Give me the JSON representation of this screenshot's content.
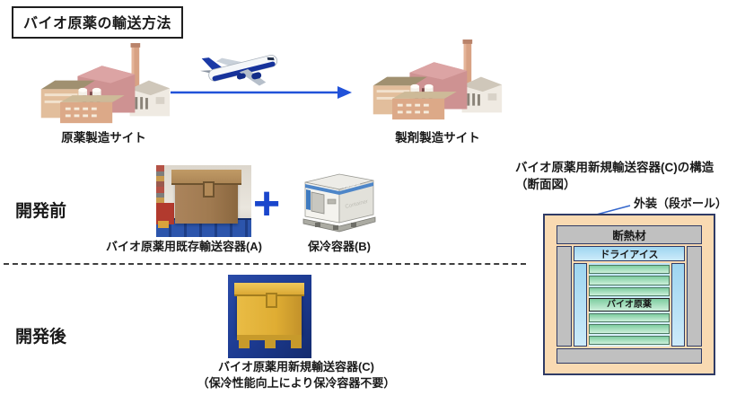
{
  "title": "バイオ原薬の輸送方法",
  "flow": {
    "origin_label": "原薬製造サイト",
    "destination_label": "製剤製造サイト"
  },
  "before": {
    "stage_label": "開発前",
    "container_a_label": "バイオ原薬用既存輸送容器(A)",
    "plus_sign": "+",
    "container_b_label": "保冷容器(B)",
    "container_b_text": "Container"
  },
  "after": {
    "stage_label": "開発後",
    "container_c_label": "バイオ原薬用新規輸送容器(C)",
    "container_c_note": "（保冷性能向上により保冷容器不要）"
  },
  "cross_section": {
    "title_line1": "バイオ原薬用新規輸送容器(C)の構造",
    "title_line2": "（断面図）",
    "outer_callout": "外装（段ボール）",
    "insulation": "断熱材",
    "dry_ice": "ドライアイス",
    "api": "バイオ原薬"
  },
  "colors": {
    "arrow_blue": "#2152D9",
    "plus_blue": "#1A46CC",
    "outer_cardboard": "#F9DAB2",
    "insulation_gray": "#C0C0C0",
    "dry_ice_blue": "#A9DAF3",
    "api_green": "#8FD4A8",
    "diagram_border": "#2F3B66"
  }
}
